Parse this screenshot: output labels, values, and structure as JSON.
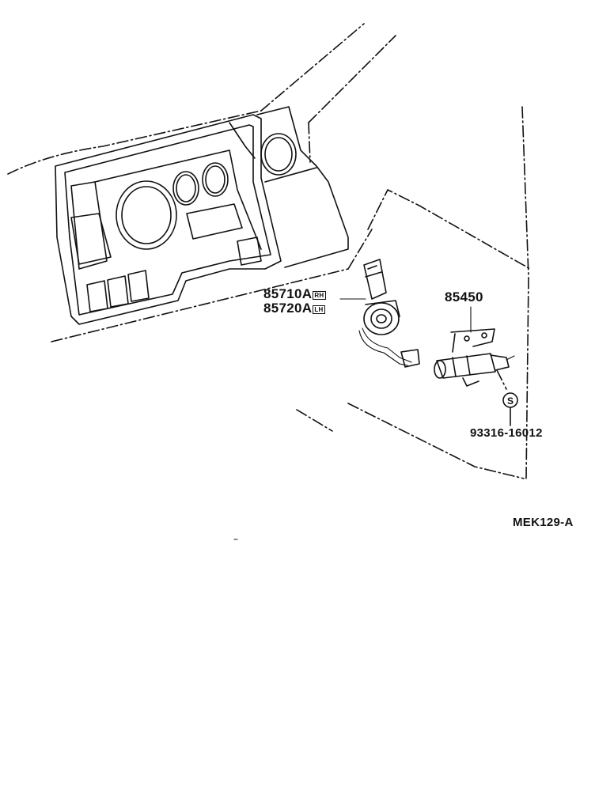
{
  "diagram": {
    "part_labels": [
      {
        "number": "85710A",
        "side": "RH"
      },
      {
        "number": "85720A",
        "side": "LH"
      },
      {
        "number": "85450"
      },
      {
        "number": "93316-16012"
      }
    ],
    "symbol_s": "S",
    "figure_code": "MEK129-A"
  }
}
